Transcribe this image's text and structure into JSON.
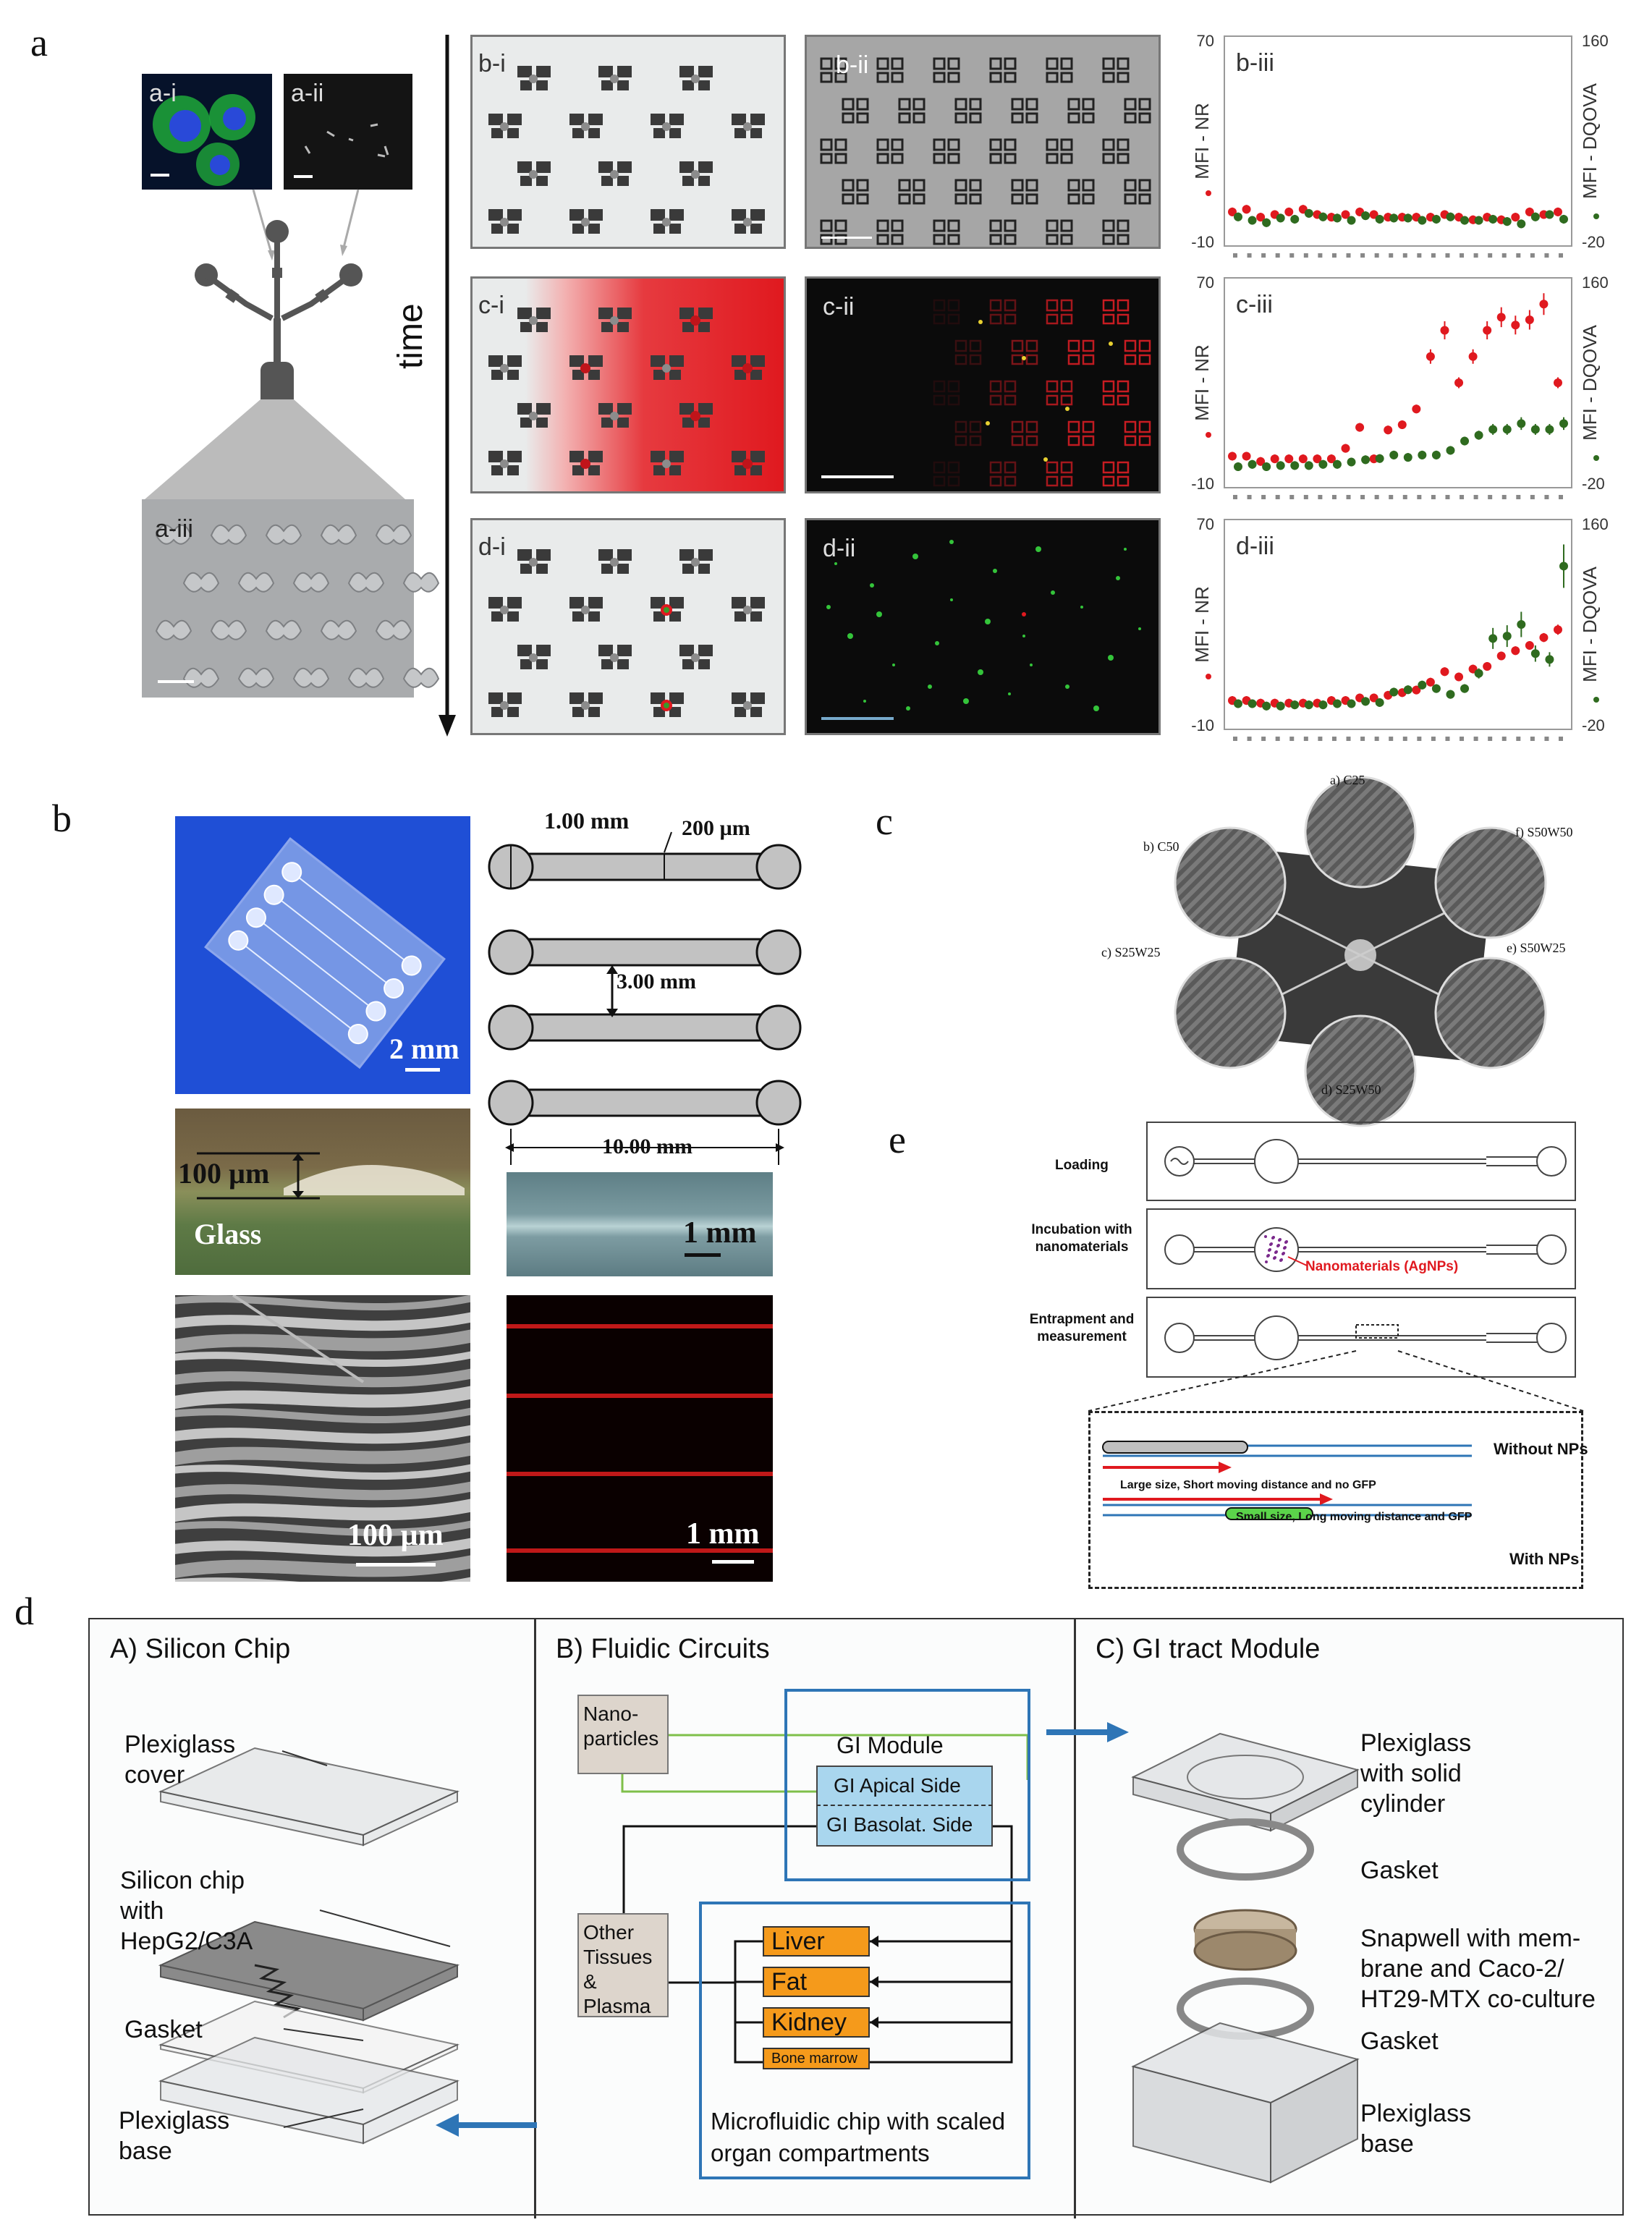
{
  "labels": {
    "a": "a",
    "b": "b",
    "c": "c",
    "d": "d",
    "e": "e"
  },
  "panel_a": {
    "tags": {
      "ai": "a-i",
      "aii": "a-ii",
      "aiii": "a-iii",
      "bi": "b-i",
      "bii": "b-ii",
      "biii": "b-iii",
      "ci": "c-i",
      "cii": "c-ii",
      "ciii": "c-iii",
      "di": "d-i",
      "dii": "d-ii",
      "diii": "d-iii"
    },
    "time_label": "time",
    "axis_left": "MFI - NR",
    "axis_right": "MFI - DQOVA",
    "ticks": {
      "left_top": "70",
      "left_bottom": "-10",
      "right_top": "160",
      "right_bottom": "-20"
    }
  },
  "colors": {
    "red": "#e0191f",
    "green": "#2f6b1f",
    "blue": "#2e75b6",
    "orange": "#f59a1b"
  },
  "chart_data": [
    {
      "type": "scatter",
      "title": "b-iii",
      "ylabel": "MFI - NR",
      "y2label": "MFI - DQOVA",
      "ylim": [
        -10,
        70
      ],
      "y2lim": [
        -20,
        160
      ],
      "series": [
        {
          "name": "NR",
          "color": "#e0191f",
          "values": [
            3,
            4,
            1,
            2,
            3,
            4,
            2,
            1,
            2,
            3,
            2,
            1,
            1,
            1,
            1,
            2,
            1,
            0,
            1,
            0,
            1,
            3,
            2,
            3
          ]
        },
        {
          "name": "DQOVA",
          "color": "#2f6b1f",
          "values": [
            5,
            2,
            0,
            4,
            3,
            8,
            5,
            4,
            2,
            6,
            3,
            4,
            4,
            2,
            3,
            5,
            2,
            2,
            3,
            1,
            -1,
            5,
            7,
            3
          ]
        }
      ]
    },
    {
      "type": "scatter",
      "title": "c-iii",
      "ylabel": "MFI - NR",
      "y2label": "MFI - DQOVA",
      "ylim": [
        -10,
        70
      ],
      "y2lim": [
        -20,
        160
      ],
      "series": [
        {
          "name": "NR",
          "color": "#e0191f",
          "values": [
            2,
            2,
            0,
            1,
            1,
            1,
            1,
            1,
            5,
            13,
            1,
            12,
            14,
            20,
            40,
            50,
            30,
            40,
            50,
            55,
            52,
            54,
            60,
            30
          ]
        },
        {
          "name": "DQOVA",
          "color": "#2f6b1f",
          "values": [
            -2,
            0,
            -2,
            -1,
            -1,
            -1,
            0,
            0,
            2,
            4,
            5,
            8,
            6,
            8,
            8,
            12,
            20,
            25,
            30,
            30,
            35,
            30,
            30,
            35
          ]
        }
      ]
    },
    {
      "type": "scatter",
      "title": "d-iii",
      "ylabel": "MFI - NR",
      "y2label": "MFI - DQOVA",
      "ylim": [
        -10,
        70
      ],
      "y2lim": [
        -20,
        160
      ],
      "series": [
        {
          "name": "NR",
          "color": "#e0191f",
          "values": [
            1,
            1,
            0,
            0,
            0,
            0,
            0,
            1,
            1,
            2,
            2,
            3,
            4,
            5,
            8,
            12,
            10,
            13,
            14,
            18,
            20,
            22,
            25,
            28
          ]
        },
        {
          "name": "DQOVA",
          "color": "#2f6b1f",
          "values": [
            2,
            2,
            0,
            0,
            1,
            1,
            1,
            2,
            2,
            4,
            3,
            12,
            14,
            18,
            15,
            10,
            15,
            28,
            58,
            60,
            70,
            45,
            40,
            120
          ]
        }
      ]
    }
  ],
  "panel_b": {
    "dia": "1.00 mm",
    "w200": "200 µm",
    "gap": "3.00 mm",
    "len": "10.00 mm",
    "sb_2mm": "2 mm",
    "h100": "100 µm",
    "glass": "Glass",
    "sb_1mm_a": "1 mm",
    "sb_100": "100 µm",
    "sb_1mm_b": "1 mm"
  },
  "panel_c": {
    "a": "a) C25",
    "b": "b) C50",
    "c": "c) S25W25",
    "d": "d) S25W50",
    "e": "e) S50W25",
    "f": "f) S50W50"
  },
  "panel_e": {
    "loading": "Loading",
    "incubation": "Incubation with nanomaterials",
    "np": "Nanomaterials (AgNPs)",
    "entrap": "Entrapment and measurement",
    "without": "Without NPs",
    "large": "Large size, Short moving distance and no GFP",
    "small": "Small size, Long moving distance and GFP",
    "with": "With NPs"
  },
  "panel_d": {
    "A_title": "A)  Silicon Chip",
    "B_title": "B)  Fluidic Circuits",
    "C_title": "C)  GI tract Module",
    "plexi_cover_1": "Plexiglass",
    "plexi_cover_2": "cover",
    "si_1": "Silicon chip",
    "si_2": "with",
    "si_3": "HepG2/C3A",
    "gasket": "Gasket",
    "plexi_base_1": "Plexiglass",
    "plexi_base_2": "base",
    "nano_1": "Nano-",
    "nano_2": "particles",
    "gi_module": "GI Module",
    "gi_apical": "GI Apical Side",
    "gi_basolat": "GI Basolat. Side",
    "other_1": "Other",
    "other_2": "Tissues",
    "other_3": "& Plasma",
    "liver": "Liver",
    "fat": "Fat",
    "kidney": "Kidney",
    "bone": "Bone marrow",
    "micro_1": "Microfluidic chip with scaled",
    "micro_2": "organ compartments",
    "pc_1": "Plexiglass",
    "pc_2": "with solid",
    "pc_3": "cylinder",
    "gasket_c1": "Gasket",
    "snap_1": "Snapwell with mem-",
    "snap_2": "brane and Caco-2/",
    "snap_3": "HT29-MTX co-culture",
    "gasket_c2": "Gasket",
    "pb_1": "Plexiglass",
    "pb_2": "base"
  }
}
